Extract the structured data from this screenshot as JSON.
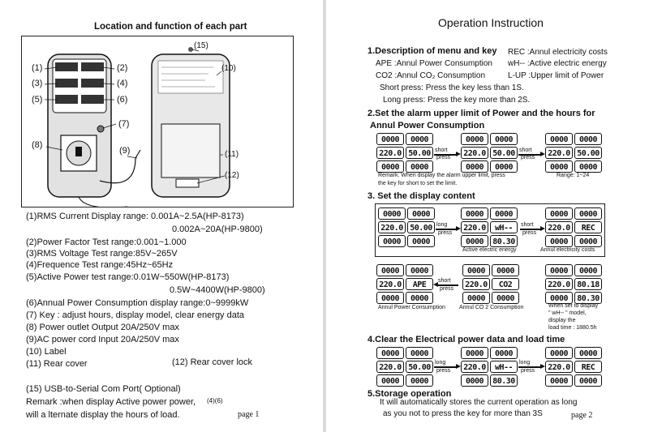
{
  "left": {
    "title": "Location and function of each part",
    "callouts": [
      "(1)",
      "(2)",
      "(3)",
      "(4)",
      "(5)",
      "(6)",
      "(7)",
      "(8)",
      "(9)",
      "(10)",
      "(11)",
      "(12)",
      "(15)"
    ],
    "specs": [
      "(1)RMS Current  Display range: 0.001A~2.5A(HP-8173)",
      "0.002A~20A(HP-9800)",
      "(2)Power  Factor     Test range:0.001~1.000",
      "(3)RMS  Voltage     Test range:85V~265V",
      "(4)Frequence        Test range:45Hz~65Hz",
      "(5)Active Power      test range:0.01W~550W(HP-8173)",
      "0.5W~4400W(HP-9800)",
      "(6)Annual Power Consumption  display range:0~9999kW",
      "(7) Key : adjust hours, display model, clear energy data",
      "(8) Power outlet    Output 20A/250V max",
      "(9)AC power cord          Input 20A/250V max",
      "(10)   Label",
      "(11) Rear cover",
      "(12) Rear cover lock",
      "(15) USB-to-Serial Com Port(      Optional)",
      "Remark :when display Active power  power,",
      "will a lternate display the hours of load."
    ],
    "remark_ref": "(4)(6)",
    "page": "page 1"
  },
  "right": {
    "title": "Operation Instruction",
    "s1_title": "1.Description of menu and key",
    "menu": [
      "REC :Annul electricity costs",
      "APE :Annul Power Consumption",
      "wH-- :Active electric energy",
      "CO2 :Annul CO₂ Consumption",
      "L-UP :Upper limit of Power"
    ],
    "short_press": "Short press: Press the key less than 1S.",
    "long_press": "Long press: Press the key more than 2S.",
    "s2_title": "2.Set the alarm upper limit of Power and the hours for",
    "s2_title2": "Annul Power Consumption",
    "short_label": "short",
    "press_label": "press",
    "long_label": "long",
    "remark2": "Remark: When display the alarm upper limit, press",
    "remark2b": "the key for short to set the limit.",
    "range": "Range: 1~24",
    "s3_title": "3. Set the display content",
    "active_energy": "Active electric energy",
    "annul_costs": "Annul electricity costs",
    "annul_pc": "Annul Power Consumption",
    "annul_co2": "Annul CO 2 Consumption",
    "when_set": "When set to display",
    "model": "\" wH-- \" model,",
    "display_the": "display the",
    "load_time": "load time : 1880.5h",
    "s4_title": "4.Clear the Electrical power data and load time",
    "s5_title": "5.Storage operation",
    "s5_text1": "It will automatically stores the current operation as long",
    "s5_text2": "as you not to press the key for more than 3S",
    "page": "page 2"
  }
}
